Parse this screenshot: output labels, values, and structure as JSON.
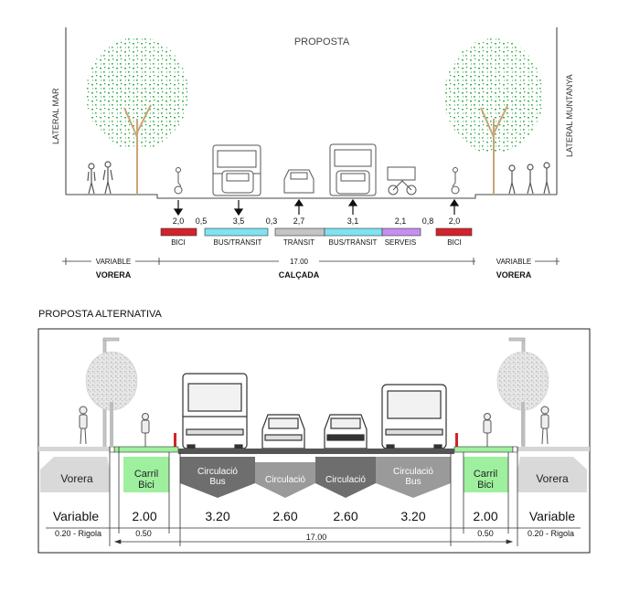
{
  "top_section": {
    "title": "PROPOSTA",
    "left_side_label": "LATERAL MAR",
    "right_side_label": "LATERAL MUNTANYA",
    "lanes": [
      {
        "width": "2,0",
        "label": "BICI",
        "color": "#d2232a",
        "direction": "down"
      },
      {
        "width": "0,5"
      },
      {
        "width": "3,5",
        "label": "BUS/TRÀNSIT",
        "color": "#7fe3ef",
        "direction": "down"
      },
      {
        "width": "0,3"
      },
      {
        "width": "2,7",
        "label": "TRÀNSIT",
        "color": "#c4c4c4",
        "direction": "up"
      },
      {
        "width": "3,1",
        "label": "BUS/TRÀNSIT",
        "color": "#7fe3ef",
        "direction": "up"
      },
      {
        "width": "2,1",
        "label": "SERVEIS",
        "color": "#c58ef0"
      },
      {
        "width": "0,8"
      },
      {
        "width": "2,0",
        "label": "BICI",
        "color": "#d2232a",
        "direction": "up"
      }
    ],
    "dimensions": {
      "left_variable": "VARIABLE",
      "center_total": "17.00",
      "right_variable": "VARIABLE"
    },
    "zones": {
      "left": "VORERA",
      "center": "CALÇADA",
      "right": "VORERA"
    }
  },
  "alternative_section": {
    "heading": "PROPOSTA ALTERNATIVA",
    "bands": [
      {
        "label": "Vorera",
        "width": "Variable",
        "fill": "#d9d9d9",
        "shape": "trap"
      },
      {
        "label": "Carril\nBici",
        "width": "2.00",
        "fill": "#9ef09e",
        "shape": "rect"
      },
      {
        "label": "Circulació\nBus",
        "width": "3.20",
        "fill": "#6e6e6e",
        "shape": "hex"
      },
      {
        "label": "Circulació",
        "width": "2.60",
        "fill": "#9a9a9a",
        "shape": "hex"
      },
      {
        "label": "Circulació",
        "width": "2.60",
        "fill": "#6e6e6e",
        "shape": "hex"
      },
      {
        "label": "Circulació\nBus",
        "width": "3.20",
        "fill": "#9a9a9a",
        "shape": "hex"
      },
      {
        "label": "Carril\nBici",
        "width": "2.00",
        "fill": "#9ef09e",
        "shape": "rect"
      },
      {
        "label": "Vorera",
        "width": "Variable",
        "fill": "#d9d9d9",
        "shape": "trap"
      }
    ],
    "sub_dimensions": {
      "left_rigola": "0.20 - Rigola",
      "left_buffer": "0.50",
      "total": "17.00",
      "right_buffer": "0.50",
      "right_rigola": "0.20 - Rigola"
    }
  },
  "colors": {
    "tree_green": "#36b24a",
    "bike_red": "#d2232a",
    "bus_cyan": "#7fe3ef",
    "services_purple": "#c58ef0",
    "bike_lane_green": "#9ef09e"
  }
}
